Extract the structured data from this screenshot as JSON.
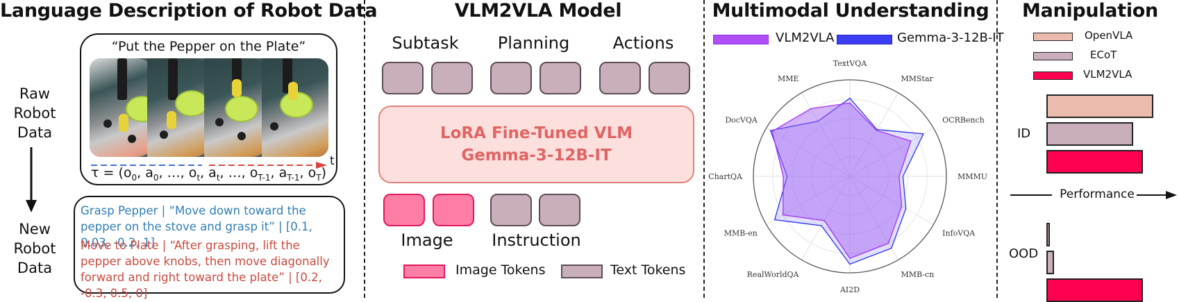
{
  "panels": {
    "robot_data": {
      "title": "Language Description of Robot Data",
      "raw_label": [
        "Raw",
        "Robot",
        "Data"
      ],
      "new_label": [
        "New",
        "Robot",
        "Data"
      ],
      "instruction": "“Put the Pepper on the Plate”",
      "time_symbol": "t",
      "trajectory": {
        "prefix": "τ = (o",
        "parts": [
          {
            "base": "o",
            "sub": "0"
          },
          {
            "base": "a",
            "sub": "0"
          },
          {
            "base": "…",
            "sub": ""
          },
          {
            "base": "o",
            "sub": "t"
          },
          {
            "base": "a",
            "sub": "t"
          },
          {
            "base": "…",
            "sub": ""
          },
          {
            "base": "o",
            "sub": "T-1"
          },
          {
            "base": "a",
            "sub": "T-1"
          },
          {
            "base": "o",
            "sub": "T"
          }
        ]
      },
      "new_data": [
        {
          "color": "#2f7db5",
          "text": "Grasp Pepper | “Move down toward the pepper on the stove and grasp it” | [0.1, 0.03, -0.2, 1]"
        },
        {
          "color": "#c84a3e",
          "text": "Move to Plate | “After grasping, lift the pepper above knobs, then move diagonally forward and right toward the plate” | [0.2, -0.3, 0.5, 0]"
        }
      ]
    },
    "model": {
      "title": "VLM2VLA Model",
      "output_groups": [
        "Subtask",
        "Planning",
        "Actions"
      ],
      "vlm_line1": "LoRA Fine-Tuned VLM",
      "vlm_line2": "Gemma-3-12B-IT",
      "input_groups": [
        "Image",
        "Instruction"
      ],
      "legend": [
        {
          "label": "Image Tokens",
          "color": "#ff7ea6"
        },
        {
          "label": "Text Tokens",
          "color": "#c8afbb"
        }
      ]
    },
    "multimodal": {
      "title": "Multimodal Understanding"
    },
    "manipulation": {
      "title": "Manipulation",
      "performance_label": "Performance",
      "groups": [
        "ID",
        "OOD"
      ]
    }
  },
  "chart_data": [
    {
      "type": "radar",
      "title": "Multimodal Understanding",
      "axes": [
        "TextVQA",
        "MMStar",
        "OCRBench",
        "MMMU",
        "InfoVQA",
        "MMB-cn",
        "AI2D",
        "RealWorldQA",
        "MMB-en",
        "ChartQA",
        "DocVQA",
        "MME"
      ],
      "range": [
        0,
        1
      ],
      "grid": true,
      "legend_position": "top",
      "series": [
        {
          "name": "VLM2VLA",
          "color": "#a63bf0",
          "values": [
            0.76,
            0.55,
            0.73,
            0.51,
            0.62,
            0.8,
            0.85,
            0.53,
            0.8,
            0.69,
            0.93,
            0.81
          ]
        },
        {
          "name": "Gemma-3-12B-IT",
          "color": "#3a3af0",
          "values": [
            0.81,
            0.56,
            0.88,
            0.55,
            0.67,
            0.86,
            0.91,
            0.59,
            0.9,
            0.65,
            0.95,
            0.66
          ]
        }
      ]
    },
    {
      "type": "bar",
      "orientation": "horizontal",
      "title": "Manipulation",
      "xlabel": "Performance",
      "categories": [
        "ID",
        "OOD"
      ],
      "legend_position": "top",
      "series": [
        {
          "name": "OpenVLA",
          "color": "#ebbcad",
          "values": [
            1.0,
            0.03
          ]
        },
        {
          "name": "ECoT",
          "color": "#c8afbb",
          "values": [
            0.81,
            0.07
          ]
        },
        {
          "name": "VLM2VLA",
          "color": "#ff0050",
          "values": [
            0.9,
            0.9
          ]
        }
      ]
    }
  ]
}
